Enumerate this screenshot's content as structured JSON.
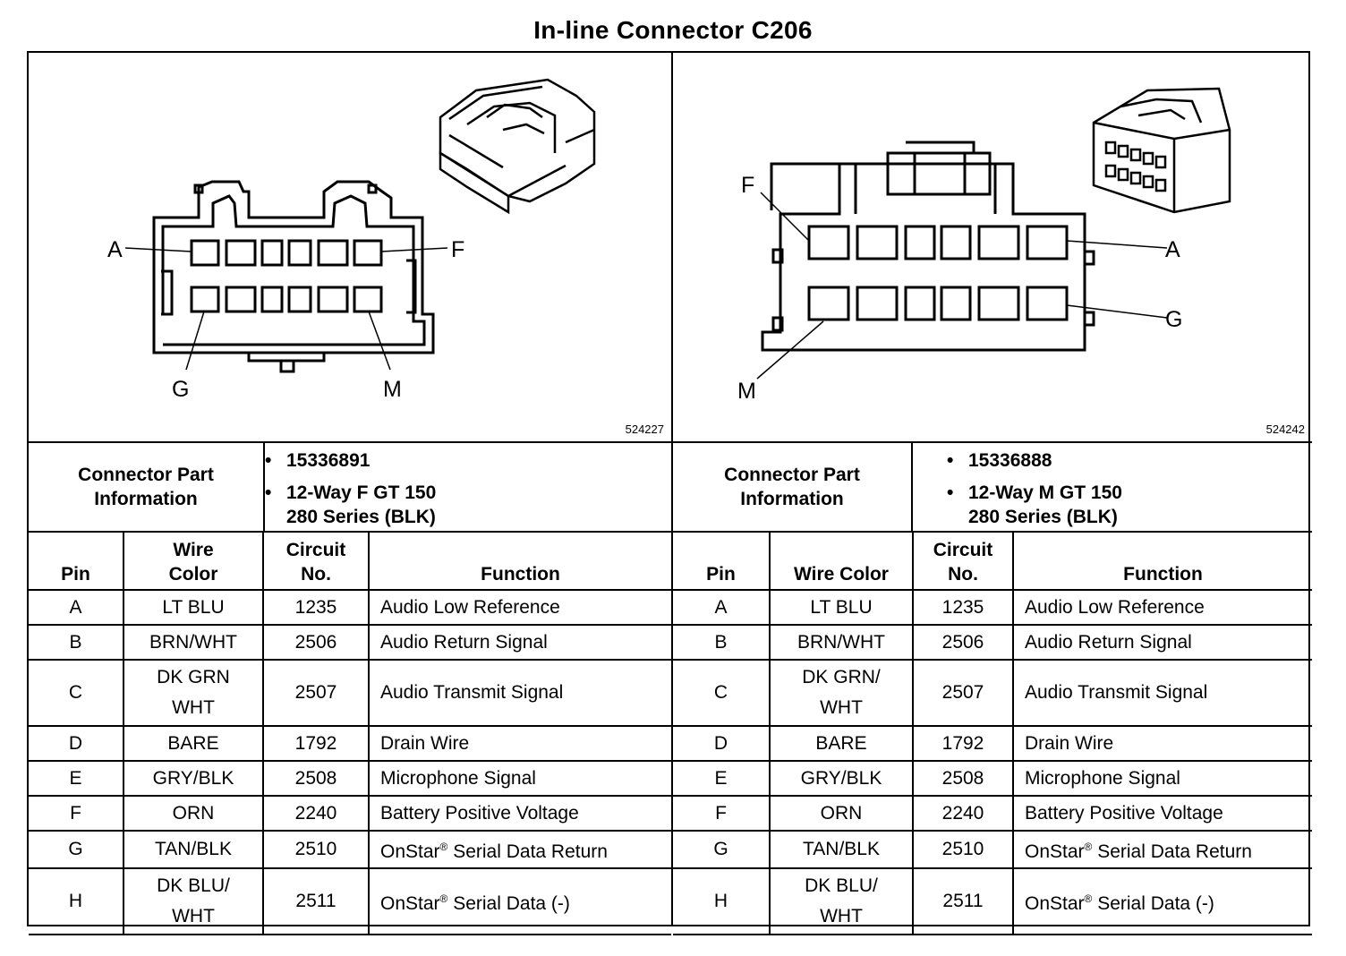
{
  "title": "In-line Connector C206",
  "left": {
    "figure_id": "524227",
    "callouts": {
      "a": "A",
      "f": "F",
      "g": "G",
      "m": "M"
    },
    "part_label_1": "Connector Part",
    "part_label_2": "Information",
    "part_number": "15336891",
    "part_desc_1": "12-Way F GT 150",
    "part_desc_2": "280 Series (BLK)",
    "headers": {
      "pin": "Pin",
      "wire_color_1": "Wire",
      "wire_color_2": "Color",
      "circuit_1": "Circuit",
      "circuit_2": "No.",
      "function": "Function"
    }
  },
  "right": {
    "figure_id": "524242",
    "callouts": {
      "a": "A",
      "f": "F",
      "g": "G",
      "m": "M"
    },
    "part_label_1": "Connector Part",
    "part_label_2": "Information",
    "part_number": "15336888",
    "part_desc_1": "12-Way M GT 150",
    "part_desc_2": "280 Series (BLK)",
    "headers": {
      "pin": "Pin",
      "wire_color": "Wire Color",
      "circuit_1": "Circuit",
      "circuit_2": "No.",
      "function": "Function"
    }
  },
  "rows": [
    {
      "pin": "A",
      "color_1": "LT BLU",
      "color_2": "",
      "circuit": "1235",
      "function": "Audio Low Reference",
      "sup": "",
      "function_tail": ""
    },
    {
      "pin": "B",
      "color_1": "BRN/WHT",
      "color_2": "",
      "circuit": "2506",
      "function": "Audio Return Signal",
      "sup": "",
      "function_tail": ""
    },
    {
      "pin": "C",
      "color_1": "DK GRN",
      "color_2": "WHT",
      "color_1_right": "DK GRN/",
      "circuit": "2507",
      "function": "Audio Transmit Signal",
      "sup": "",
      "function_tail": ""
    },
    {
      "pin": "D",
      "color_1": "BARE",
      "color_2": "",
      "circuit": "1792",
      "function": "Drain Wire",
      "sup": "",
      "function_tail": ""
    },
    {
      "pin": "E",
      "color_1": "GRY/BLK",
      "color_2": "",
      "circuit": "2508",
      "function": "Microphone Signal",
      "sup": "",
      "function_tail": ""
    },
    {
      "pin": "F",
      "color_1": "ORN",
      "color_2": "",
      "circuit": "2240",
      "function": "Battery Positive Voltage",
      "sup": "",
      "function_tail": ""
    },
    {
      "pin": "G",
      "color_1": "TAN/BLK",
      "color_2": "",
      "circuit": "2510",
      "function": "OnStar",
      "sup": "®",
      "function_tail": " Serial Data Return"
    },
    {
      "pin": "H",
      "color_1": "DK BLU/",
      "color_2": "WHT",
      "circuit": "2511",
      "function": "OnStar",
      "sup": "®",
      "function_tail": " Serial Data (-)"
    }
  ]
}
